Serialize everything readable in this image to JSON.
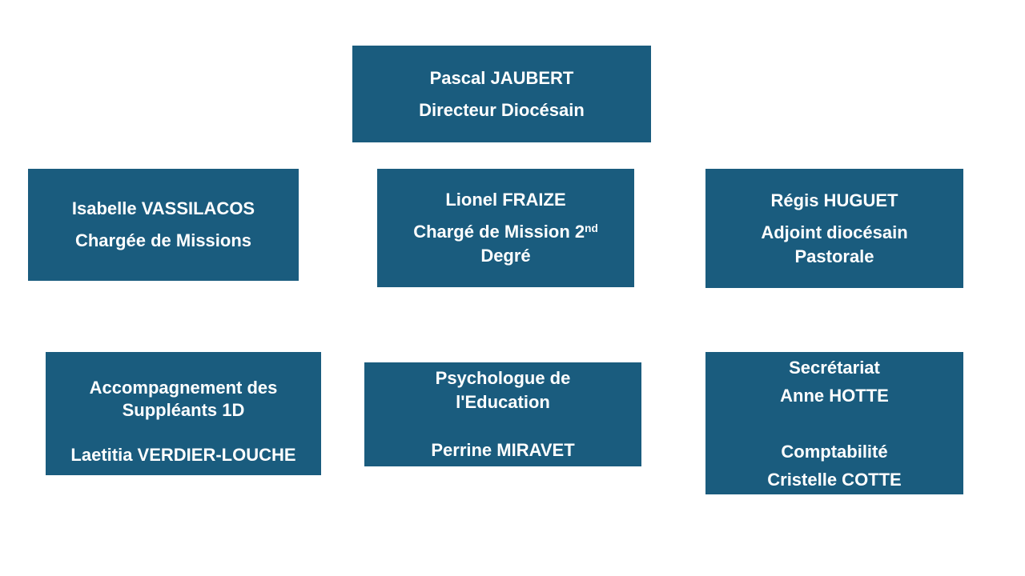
{
  "page": {
    "background_color": "#FFFFFF"
  },
  "org_chart": {
    "box_fill": "#1A5C7E",
    "text_color": "#FFFFFF",
    "boxes": [
      {
        "name": "director",
        "lines": [
          {
            "text": "Pascal JAUBERT"
          },
          {
            "text": "Directeur Diocésain"
          }
        ]
      },
      {
        "name": "chargee-de-missions",
        "lines": [
          {
            "text": "Isabelle VASSILACOS"
          },
          {
            "text": "Chargée de Missions"
          }
        ]
      },
      {
        "name": "charge-de-mission-2nd-degre",
        "lines": [
          {
            "text": "Lionel FRAIZE"
          },
          {
            "text": "Chargé de Mission 2",
            "sup": "nd"
          },
          {
            "text": "Degré"
          }
        ]
      },
      {
        "name": "adjoint-diocesain-pastorale",
        "lines": [
          {
            "text": "Régis HUGUET"
          },
          {
            "text": "Adjoint diocésain"
          },
          {
            "text": "Pastorale"
          }
        ]
      },
      {
        "name": "accompagnement-suppleants-1d",
        "lines": [
          {
            "text": "Accompagnement des"
          },
          {
            "text": "Suppléants 1D"
          },
          {
            "text": ""
          },
          {
            "text": "Laetitia VERDIER-LOUCHE"
          }
        ]
      },
      {
        "name": "psychologue-education",
        "lines": [
          {
            "text": "Psychologue de"
          },
          {
            "text": "l'Education"
          },
          {
            "text": ""
          },
          {
            "text": "Perrine MIRAVET"
          }
        ]
      },
      {
        "name": "secretariat-comptabilite",
        "lines": [
          {
            "text": "Secrétariat"
          },
          {
            "text": "Anne HOTTE"
          },
          {
            "text": ""
          },
          {
            "text": "Comptabilité"
          },
          {
            "text": "Cristelle COTTE"
          }
        ]
      }
    ]
  }
}
